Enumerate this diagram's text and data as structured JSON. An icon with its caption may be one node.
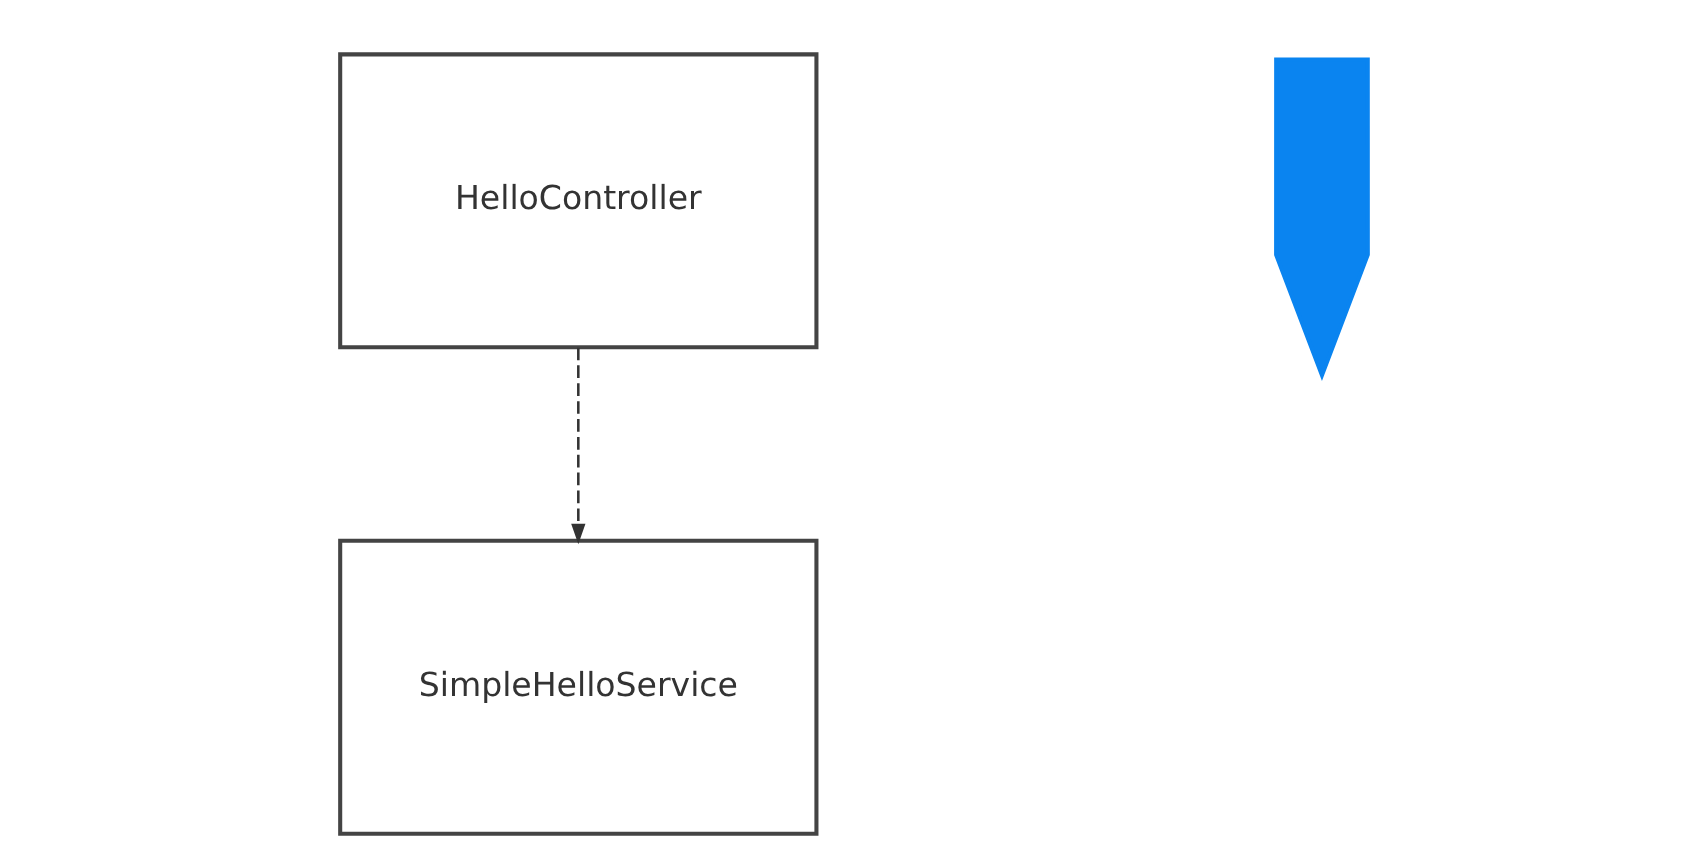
{
  "diagram": {
    "nodes": [
      {
        "text": [
          "HelloController"
        ]
      },
      {
        "text": [
          "SimpleHelloService"
        ]
      },
      {
        "text": [],
        "shape": "arrow"
      }
    ],
    "edges": [
      {
        "from": 0,
        "to": 1,
        "arrow": "to",
        "style": "dashed"
      }
    ]
  }
}
